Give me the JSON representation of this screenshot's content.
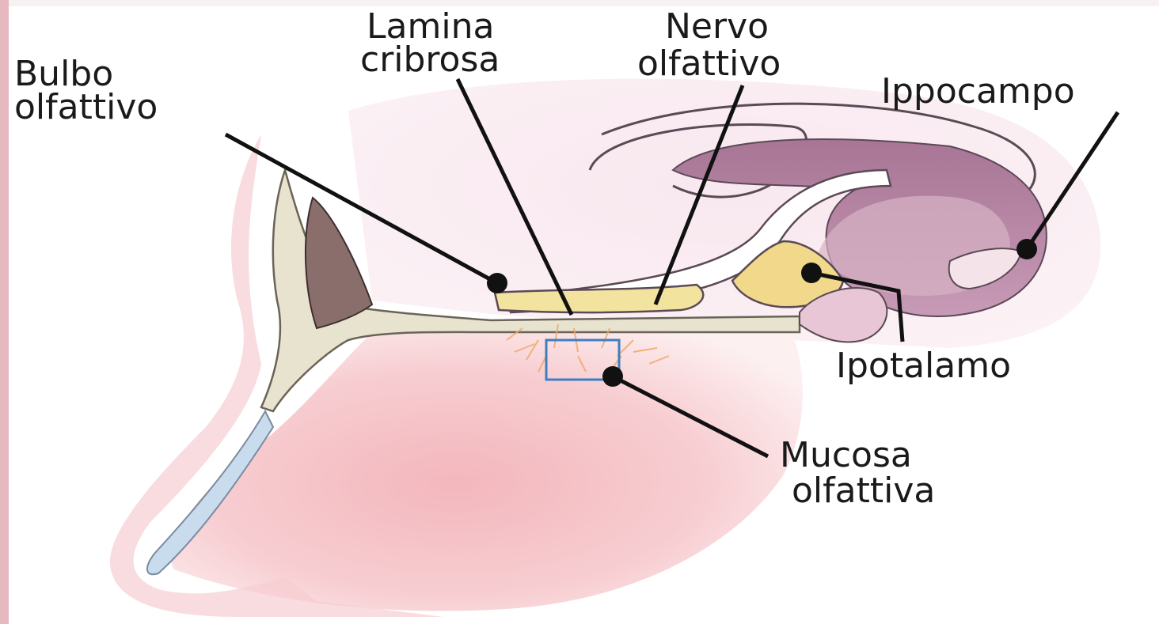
{
  "labels": {
    "bulbo_olfattivo": [
      "Bulbo",
      "olfattivo"
    ],
    "lamina_cribrosa": [
      "Lamina",
      "cribrosa"
    ],
    "nervo_olfattivo": [
      "Nervo",
      "olfattivo"
    ],
    "ippocampo": [
      "Ippocampo"
    ],
    "ipotalamo": [
      "Ipotalamo"
    ],
    "mucosa_olfattiva": [
      "Mucosa",
      "olfattiva"
    ]
  },
  "colors": {
    "background": "#ffffff",
    "left_strip": "#e6b8c0",
    "skin": "#f8d2d6",
    "nasal_cavity": "#f3b7bc",
    "brain_pink": "#f1d3e1",
    "brain_inner": "#b07f9e",
    "bone": "#e8e3cf",
    "bulb_yellow": "#f2e39e",
    "ipotalamo_yellow": "#f1d88a",
    "box_blue": "#3c7fc0",
    "leader": "#111111"
  }
}
